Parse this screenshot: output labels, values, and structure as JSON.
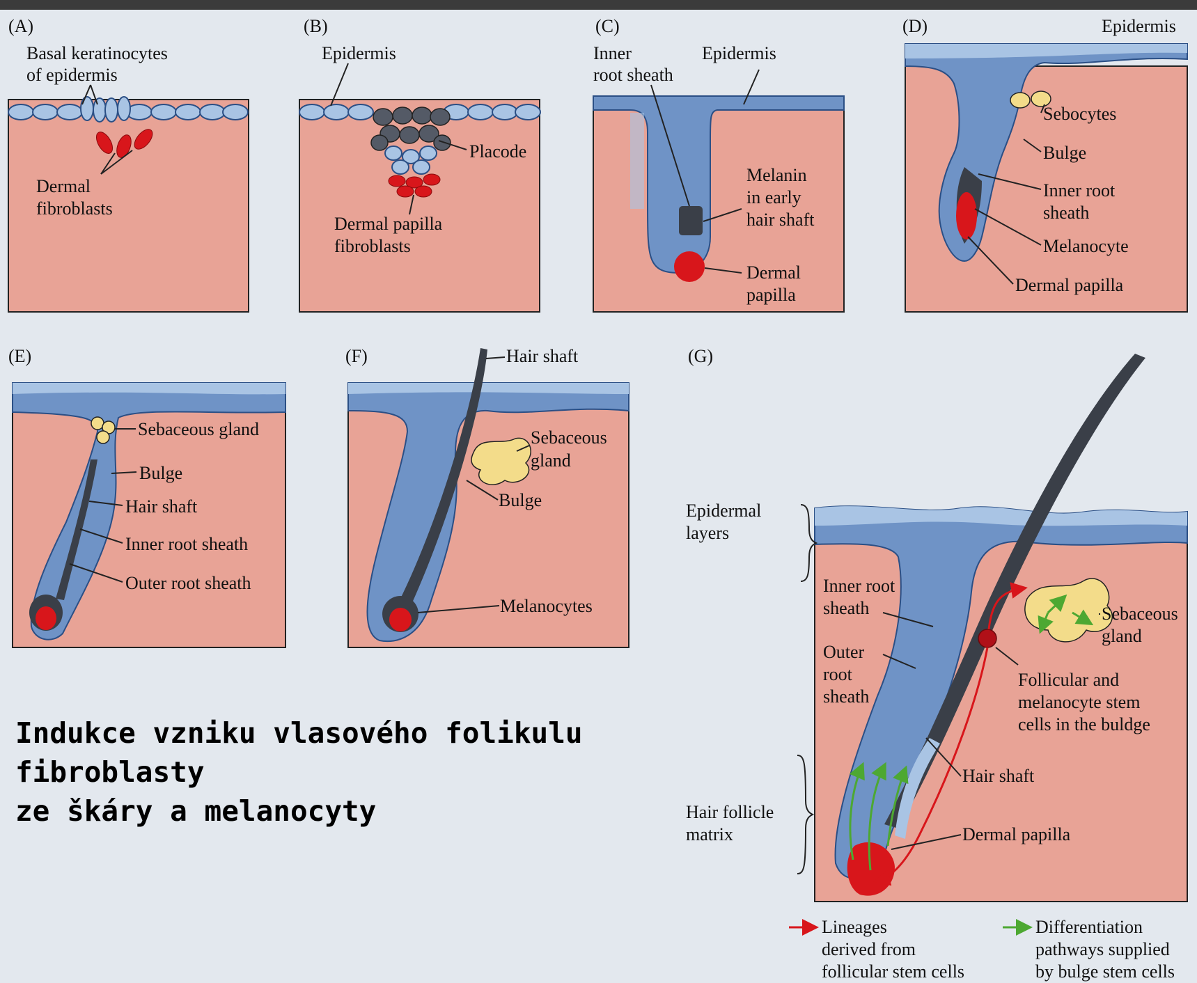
{
  "panels": {
    "A": {
      "letter": "(A)",
      "basal_keratinocytes": [
        "Basal keratinocytes",
        "of epidermis"
      ],
      "dermal_fibroblasts": [
        "Dermal",
        "fibroblasts"
      ]
    },
    "B": {
      "letter": "(B)",
      "epidermis": "Epidermis",
      "placode": "Placode",
      "dermal_papilla_fibroblasts": [
        "Dermal papilla",
        "fibroblasts"
      ]
    },
    "C": {
      "letter": "(C)",
      "inner_root_sheath": [
        "Inner",
        "root sheath"
      ],
      "epidermis": "Epidermis",
      "melanin": [
        "Melanin",
        "in early",
        "hair shaft"
      ],
      "dermal_papilla": [
        "Dermal",
        "papilla"
      ]
    },
    "D": {
      "letter": "(D)",
      "epidermis": "Epidermis",
      "sebocytes": "Sebocytes",
      "bulge": "Bulge",
      "inner_root_sheath": [
        "Inner root",
        "sheath"
      ],
      "melanocyte": "Melanocyte",
      "dermal_papilla": "Dermal papilla"
    },
    "E": {
      "letter": "(E)",
      "sebaceous_gland": "Sebaceous gland",
      "bulge": "Bulge",
      "hair_shaft": "Hair shaft",
      "inner_root_sheath": "Inner root sheath",
      "outer_root_sheath": "Outer root sheath"
    },
    "F": {
      "letter": "(F)",
      "hair_shaft": "Hair shaft",
      "sebaceous_gland": [
        "Sebaceous",
        "gland"
      ],
      "bulge": "Bulge",
      "melanocytes": "Melanocytes"
    },
    "G": {
      "letter": "(G)",
      "epidermal_layers": [
        "Epidermal",
        "layers"
      ],
      "inner_root_sheath": [
        "Inner root",
        "sheath"
      ],
      "outer_root_sheath": [
        "Outer",
        "root",
        "sheath"
      ],
      "sebaceous_gland": [
        "Sebaceous",
        "gland"
      ],
      "stem_cells": [
        "Follicular and",
        "melanocyte stem",
        "cells in the buldge"
      ],
      "hair_shaft": "Hair shaft",
      "hair_follicle_matrix": [
        "Hair follicle",
        "matrix"
      ],
      "dermal_papilla": "Dermal papilla"
    }
  },
  "legend": {
    "lineages": [
      "Lineages",
      "derived from",
      "follicular stem cells"
    ],
    "differentiation": [
      "Differentiation",
      "pathways supplied",
      "by bulge stem cells"
    ]
  },
  "caption": {
    "line1": "Indukce vzniku vlasového folikulu fibroblasty",
    "line2": "ze škáry a melanocyty"
  },
  "colors": {
    "dermis": "#e8a396",
    "epidermis": "#6f93c6",
    "epidermis_light": "#a9c4e4",
    "papilla": "#d8161b",
    "hair": "#3a3f48",
    "sebaceous": "#f3dc8a",
    "lineage_arrow": "#d8161b",
    "differentiation_arrow": "#4da832"
  }
}
